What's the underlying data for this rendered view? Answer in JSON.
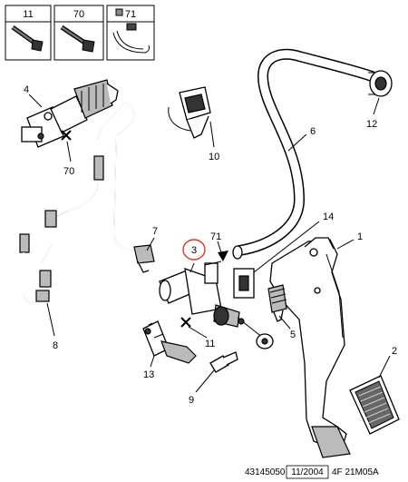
{
  "header_boxes": [
    "11",
    "70",
    "71"
  ],
  "labels": {
    "p1": "1",
    "p2": "2",
    "p3": "3",
    "p4": "4",
    "p5": "5",
    "p6": "6",
    "p7": "7",
    "p8": "8",
    "p9": "9",
    "p10": "10",
    "p11": "11",
    "p12": "12",
    "p13": "13",
    "p14": "14",
    "p70": "70",
    "p71": "71"
  },
  "highlight": {
    "label": "3",
    "color": "#e0301e"
  },
  "footer": {
    "ref": "43145050",
    "date": "11/2004",
    "code": "4F 21M05A"
  }
}
